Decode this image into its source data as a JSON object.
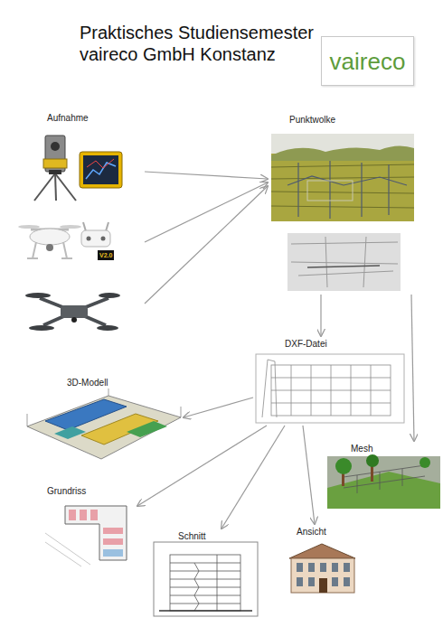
{
  "diagram": {
    "title": "Praktisches Studiensemester vaireco GmbH Konstanz",
    "nodes": [
      {
        "text": [
          "vaireco"
        ]
      },
      {
        "text": [
          "Aufnahme"
        ]
      },
      {
        "text": [
          "Punktwolke"
        ]
      },
      {
        "text": [
          "DXF-Datei"
        ]
      },
      {
        "text": [
          "3D-Modell"
        ]
      },
      {
        "text": [
          "Mesh"
        ]
      },
      {
        "text": [
          "Grundriss"
        ]
      },
      {
        "text": [
          "Ansicht"
        ]
      },
      {
        "text": [
          "Schnitt"
        ]
      }
    ],
    "edges": [
      {
        "from": 1,
        "to": 2,
        "arrow": "to"
      },
      {
        "from": 1,
        "to": 2,
        "arrow": "to"
      },
      {
        "from": 1,
        "to": 2,
        "arrow": "to"
      },
      {
        "from": 2,
        "to": 3,
        "arrow": "to"
      },
      {
        "from": 2,
        "to": 5,
        "arrow": "to"
      },
      {
        "from": 3,
        "to": 4,
        "arrow": "to"
      },
      {
        "from": 3,
        "to": 6,
        "arrow": "to"
      },
      {
        "from": 3,
        "to": 8,
        "arrow": "to"
      },
      {
        "from": 3,
        "to": 7,
        "arrow": "to"
      }
    ],
    "labels": [
      "V2.0"
    ]
  }
}
